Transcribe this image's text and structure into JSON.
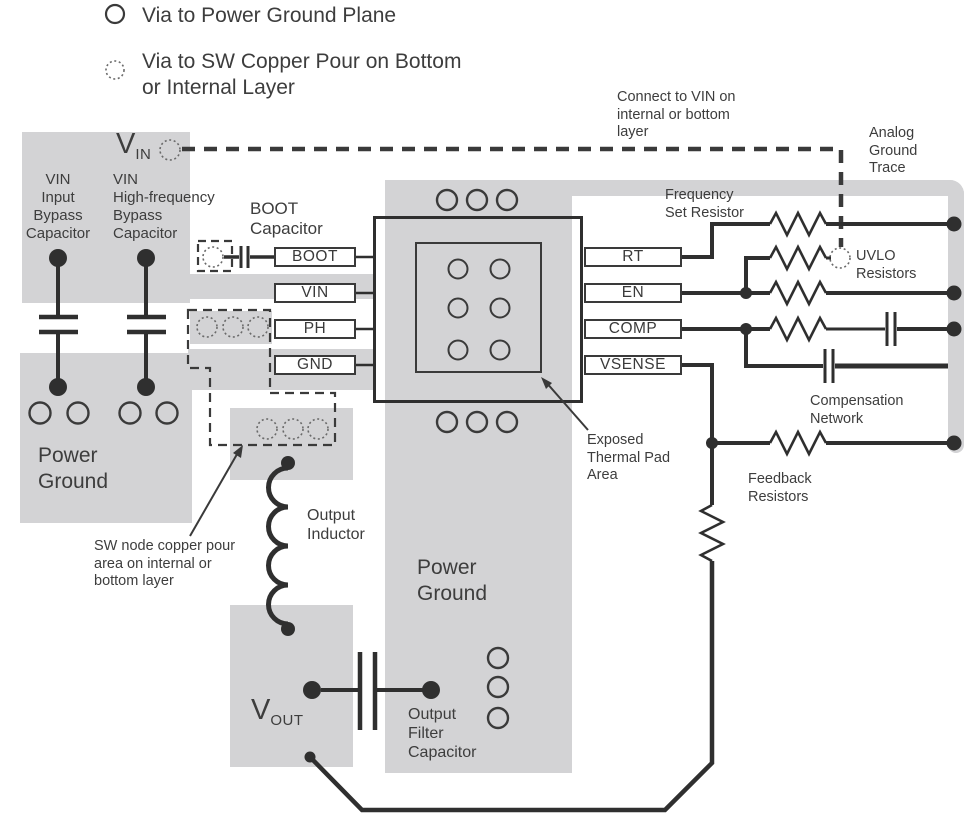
{
  "legend": {
    "items": [
      {
        "icon": "via-power-ground-icon",
        "label": "Via to Power Ground Plane"
      },
      {
        "icon": "via-sw-pour-icon",
        "label": "Via to SW Copper Pour on Bottom\nor Internal Layer"
      }
    ]
  },
  "ic": {
    "pins_left": [
      "BOOT",
      "VIN",
      "PH",
      "GND"
    ],
    "pins_right": [
      "RT",
      "EN",
      "COMP",
      "VSENSE"
    ]
  },
  "nets": {
    "vin": {
      "base": "V",
      "sub": "IN"
    },
    "vout": {
      "base": "V",
      "sub": "OUT"
    }
  },
  "regions": {
    "power_ground_left": "Power\nGround",
    "power_ground_center": "Power\nGround"
  },
  "labels": {
    "vin_input_cap": "VIN\nInput\nBypass\nCapacitor",
    "vin_hf_cap": "VIN\nHigh-frequency\nBypass\nCapacitor",
    "boot_cap": "BOOT\nCapacitor",
    "connect_vin": "Connect to VIN on\ninternal or bottom\nlayer",
    "analog_ground": "Analog\nGround\nTrace",
    "freq_set": "Frequency\nSet Resistor",
    "uvlo": "UVLO\nResistors",
    "comp_network": "Compensation\nNetwork",
    "feedback": "Feedback\nResistors",
    "exposed_pad": "Exposed\nThermal Pad\nArea",
    "sw_node": "SW node copper pour\narea on internal or\nbottom layer",
    "output_inductor": "Output\nInductor",
    "output_filter_cap": "Output\nFilter\nCapacitor"
  },
  "colors": {
    "copper_pour": "#d3d3d5",
    "line": "#363636",
    "text": "#3d3d3d",
    "background": "#ffffff"
  }
}
